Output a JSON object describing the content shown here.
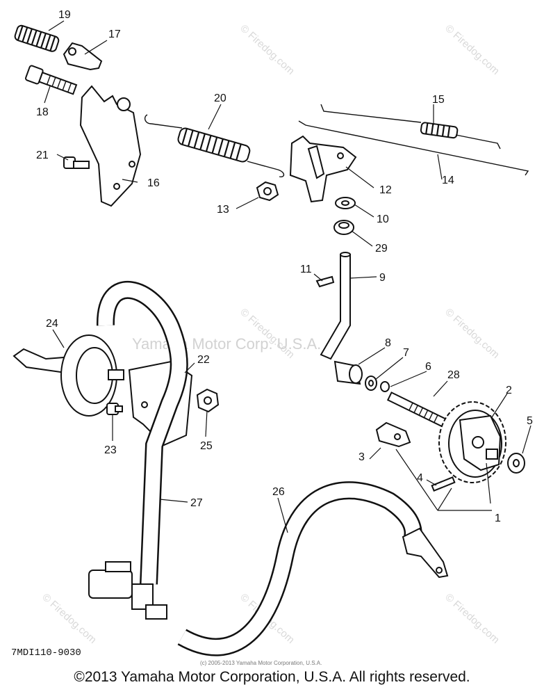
{
  "diagram": {
    "part_code": "7MDI110-9030",
    "center_watermark": "Yamaha Motor Corp. U.S.A.",
    "small_copyright": "(c) 2005-2013 Yamaha Motor Corporation, U.S.A.",
    "tile_watermark": "© Firedog.com",
    "callouts": {
      "c1": "1",
      "c2": "2",
      "c3": "3",
      "c4": "4",
      "c5": "5",
      "c6": "6",
      "c7": "7",
      "c8": "8",
      "c9": "9",
      "c10": "10",
      "c11": "11",
      "c12": "12",
      "c13": "13",
      "c14": "14",
      "c15": "15",
      "c16": "16",
      "c17": "17",
      "c18": "18",
      "c19": "19",
      "c20": "20",
      "c21": "21",
      "c22": "22",
      "c23": "23",
      "c24": "24",
      "c25": "25",
      "c26": "26",
      "c27": "27",
      "c28": "28",
      "c29": "29"
    }
  },
  "footer": {
    "copyright": "©2013 Yamaha Motor Corporation, U.S.A. All rights reserved."
  }
}
